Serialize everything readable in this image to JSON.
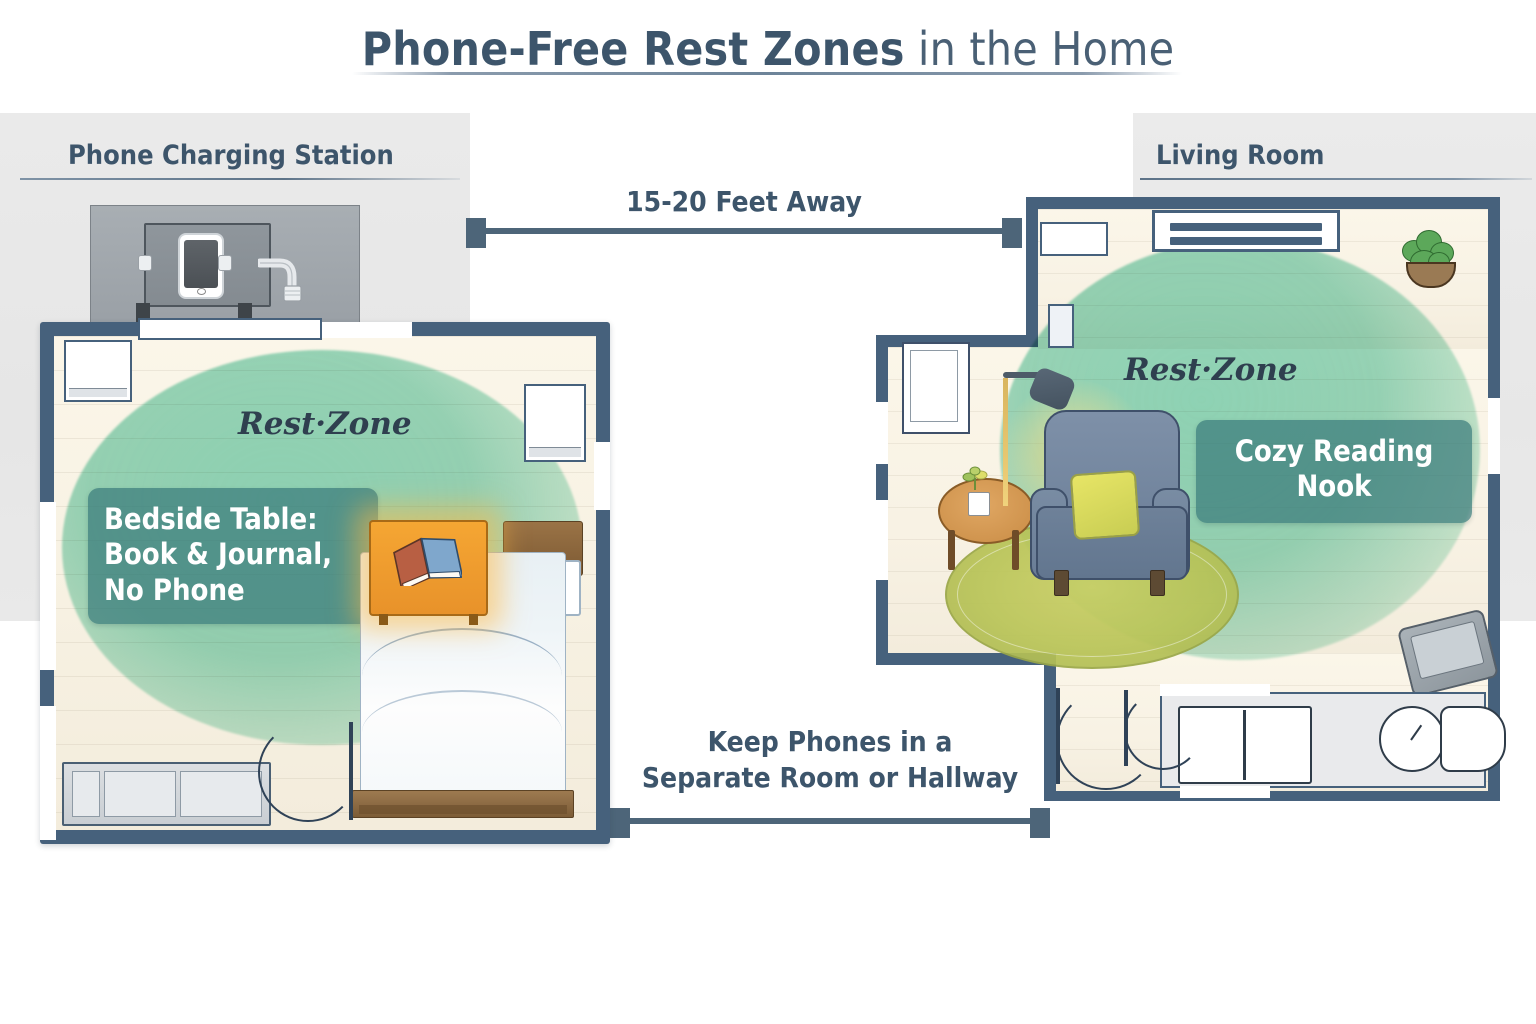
{
  "title": {
    "bold_part": "Phone-Free Rest Zones",
    "light_part": " in the Home",
    "full": "Phone-Free Rest Zones in the Home"
  },
  "sections": {
    "left_label": "Phone Charging Station",
    "right_label": "Living Room"
  },
  "annotations": {
    "distance": "15-20 Feet Away",
    "keep_line1": "Keep Phones in a",
    "keep_line2": "Separate Room or Hallway"
  },
  "bedroom": {
    "rest_zone_label": "Rest·Zone",
    "callout_line1": "Bedside Table:",
    "callout_line2": "Book & Journal,",
    "callout_line3": "No Phone"
  },
  "living_room": {
    "rest_zone_label": "Rest·Zone",
    "callout_line1": "Cozy Reading",
    "callout_line2": "Nook"
  },
  "colors": {
    "ink": "#3d556b",
    "wall": "#46617c",
    "rest_zone": "#7ed0b6",
    "callout": "#3a7c7c",
    "floor": "#f8f2e4",
    "lamp_glow": "#ffda78",
    "chair": "#6d8099",
    "rug": "#b9c457"
  }
}
